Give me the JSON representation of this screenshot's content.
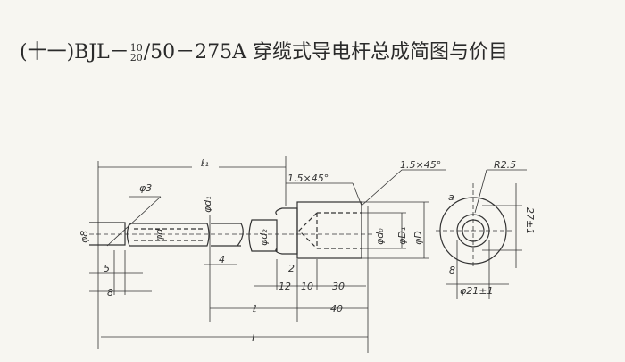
{
  "title": {
    "prefix": "(十一)BJL－",
    "frac_top": "10",
    "frac_bottom": "20",
    "suffix": "/50－275A 穿缆式导电杆总成简图与价目"
  },
  "drawing": {
    "labels": {
      "l1": "ℓ₁",
      "phi3": "φ3",
      "phi_d1": "φd₁",
      "phi8": "φ8",
      "phi_d": "φd",
      "phi_d2": "φd₂",
      "chamfer1": "1.5×45°",
      "chamfer2": "1.5×45°",
      "phi_d0": "φd₀",
      "phi_D1": "φD₁",
      "phi_D": "φD",
      "dim5": "5",
      "dim8": "8",
      "dim4": "4",
      "dim2": "2",
      "dim12": "12",
      "dim10": "10",
      "dim30": "30",
      "l": "ℓ",
      "dim40": "40",
      "L": "L",
      "r25": "R2.5",
      "dim27": "27±1",
      "phi21": "φ21±1",
      "end_a": "a",
      "end_8": "8"
    }
  }
}
